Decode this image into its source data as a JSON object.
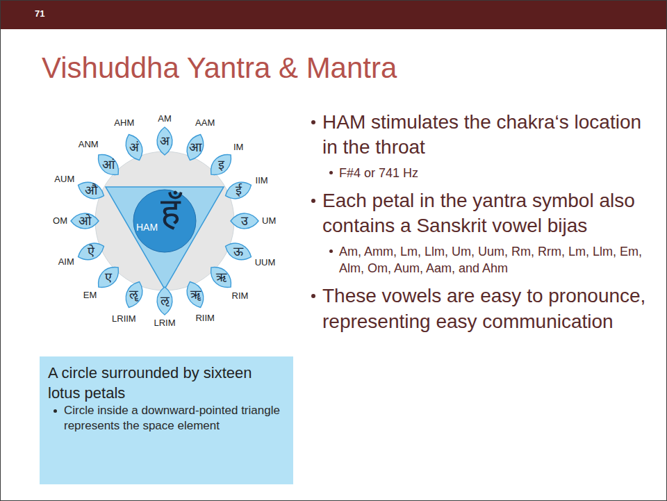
{
  "diagram": {
    "title": "Vishuddha Yantra & Mantra",
    "nodes": [
      {
        "text": [
          "अ"
        ]
      },
      {
        "text": [
          "आ"
        ]
      },
      {
        "text": [
          "इ"
        ]
      },
      {
        "text": [
          "ई"
        ]
      },
      {
        "text": [
          "उ"
        ]
      },
      {
        "text": [
          "ऊ"
        ]
      },
      {
        "text": [
          "ऋ"
        ]
      },
      {
        "text": [
          "ॠ"
        ]
      },
      {
        "text": [
          "ऌ"
        ]
      },
      {
        "text": [
          "ॡ"
        ]
      },
      {
        "text": [
          "ए"
        ]
      },
      {
        "text": [
          "ऐ"
        ]
      },
      {
        "text": [
          "ओ"
        ]
      },
      {
        "text": [
          "औ"
        ]
      },
      {
        "text": [
          "आं"
        ]
      },
      {
        "text": [
          "अं"
        ]
      },
      {
        "text": [
          "हँ",
          "HAM"
        ]
      },
      {
        "text": [
          "A circle surrounded by sixteen lotus petals",
          "Circle inside a downward-pointed triangle represents the space element"
        ]
      }
    ],
    "labels": [
      "71",
      "AM",
      "AAM",
      "IM",
      "IIM",
      "UM",
      "UUM",
      "RIM",
      "RIIM",
      "LRIM",
      "LRIIM",
      "EM",
      "AIM",
      "OM",
      "AUM",
      "ANM",
      "AHM",
      "HAM stimulates the chakra‘s location in the throat",
      "F#4 or 741 Hz",
      "Each petal in the yantra symbol also contains a Sanskrit vowel bijas",
      "Am, Amm, Lm, Llm, Um, Uum, Rm, Rrm, Lm, Llm, Em, Alm, Om, Aum, Aam, and Ahm",
      "These vowels are easy to pronounce, representing easy communication"
    ]
  }
}
